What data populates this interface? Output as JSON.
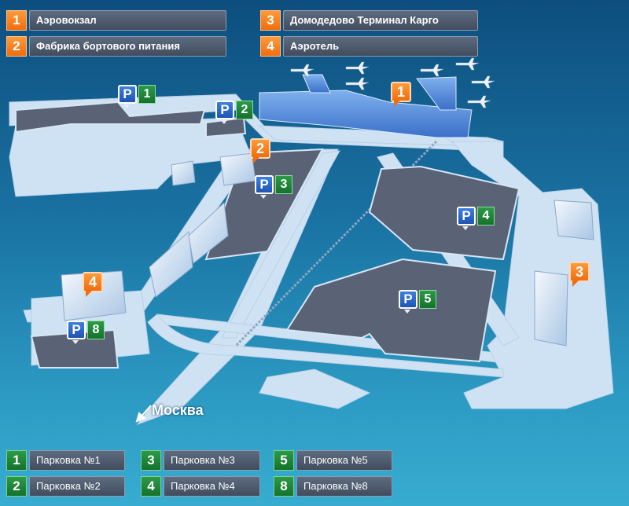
{
  "legend_top": [
    {
      "num": "1",
      "label": "Аэровокзал"
    },
    {
      "num": "2",
      "label": "Фабрика бортового питания"
    },
    {
      "num": "3",
      "label": "Домодедово Терминал Карго"
    },
    {
      "num": "4",
      "label": "Аэротель"
    }
  ],
  "legend_bottom": [
    {
      "num": "1",
      "label": "Парковка №1"
    },
    {
      "num": "2",
      "label": "Парковка №2"
    },
    {
      "num": "3",
      "label": "Парковка №3"
    },
    {
      "num": "4",
      "label": "Парковка №4"
    },
    {
      "num": "5",
      "label": "Парковка №5"
    },
    {
      "num": "8",
      "label": "Парковка №8"
    }
  ],
  "parking_letter": "P",
  "map_parkings": [
    "1",
    "2",
    "3",
    "4",
    "5",
    "8"
  ],
  "map_buildings": [
    "1",
    "2",
    "3",
    "4"
  ],
  "direction_label": "Москва",
  "colors": {
    "building_marker": "#f06d0e",
    "parking_number": "#1f8a3a",
    "parking_sign": "#2a66c8",
    "parking_lot": "#5a6275",
    "road": "#cfe2f3",
    "terminal": "#4a84d8"
  }
}
